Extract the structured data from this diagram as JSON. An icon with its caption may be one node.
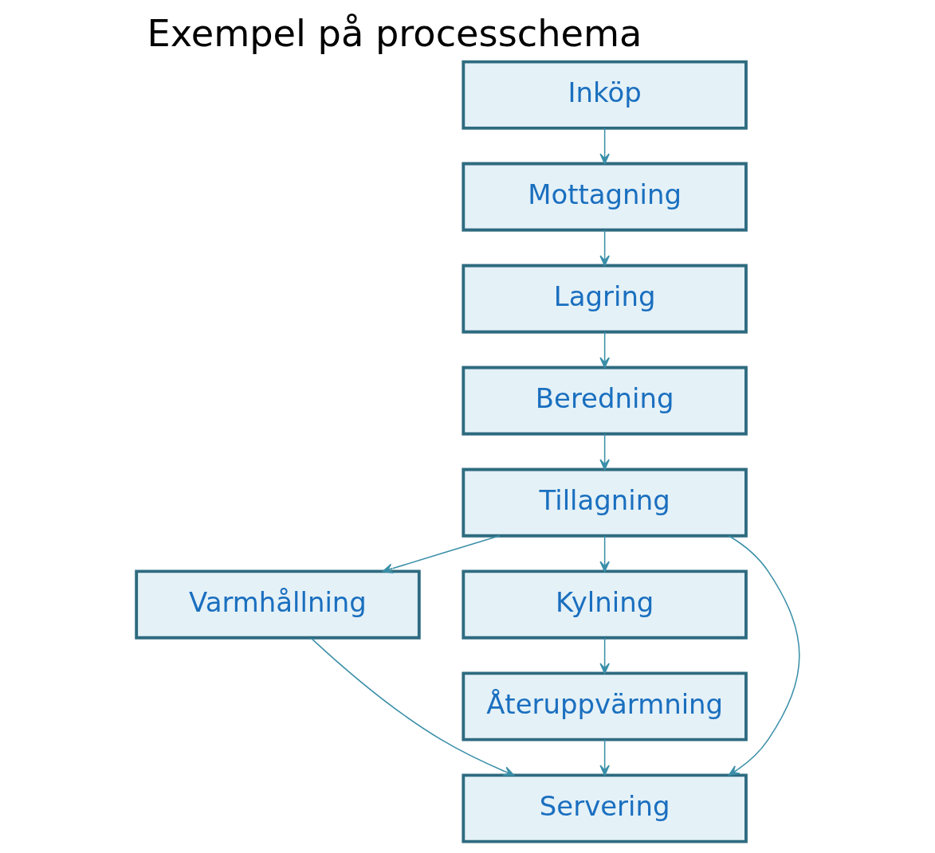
{
  "diagram": {
    "title": "Exempel på processchema",
    "nodes": [
      {
        "text": [
          "Inköp"
        ]
      },
      {
        "text": [
          "Mottagning"
        ]
      },
      {
        "text": [
          "Lagring"
        ]
      },
      {
        "text": [
          "Beredning"
        ]
      },
      {
        "text": [
          "Tillagning"
        ]
      },
      {
        "text": [
          "Varmhållning"
        ]
      },
      {
        "text": [
          "Kylning"
        ]
      },
      {
        "text": [
          "Återuppvärmning"
        ]
      },
      {
        "text": [
          "Servering"
        ]
      }
    ],
    "edges": [
      {
        "from": 0,
        "to": 1,
        "arrow": "to"
      },
      {
        "from": 1,
        "to": 2,
        "arrow": "to"
      },
      {
        "from": 2,
        "to": 3,
        "arrow": "to"
      },
      {
        "from": 3,
        "to": 4,
        "arrow": "to"
      },
      {
        "from": 4,
        "to": 5,
        "arrow": "to"
      },
      {
        "from": 4,
        "to": 8,
        "arrow": "to"
      },
      {
        "from": 4,
        "to": 6,
        "arrow": "to"
      },
      {
        "from": 5,
        "to": 8,
        "arrow": "to"
      },
      {
        "from": 6,
        "to": 7,
        "arrow": "to"
      },
      {
        "from": 7,
        "to": 8,
        "arrow": "to"
      }
    ]
  }
}
